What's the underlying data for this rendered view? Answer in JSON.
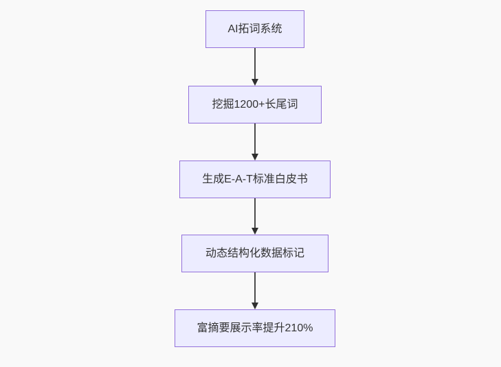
{
  "diagram": {
    "type": "flowchart",
    "direction": "top-down",
    "colors": {
      "background": "#f9f9f9",
      "node_fill": "#ECECFF",
      "node_border": "#9370DB",
      "edge_line": "#4b4b4b",
      "arrowhead": "#2f2f2f",
      "text": "#333333"
    },
    "nodes": [
      {
        "id": "A",
        "label": "AI拓词系统"
      },
      {
        "id": "B",
        "label": "挖掘1200+长尾词"
      },
      {
        "id": "C",
        "label": "生成E-A-T标准白皮书"
      },
      {
        "id": "D",
        "label": "动态结构化数据标记"
      },
      {
        "id": "E",
        "label": "富摘要展示率提升210%"
      }
    ],
    "edges": [
      {
        "from": "A",
        "to": "B"
      },
      {
        "from": "B",
        "to": "C"
      },
      {
        "from": "C",
        "to": "D"
      },
      {
        "from": "D",
        "to": "E"
      }
    ]
  }
}
